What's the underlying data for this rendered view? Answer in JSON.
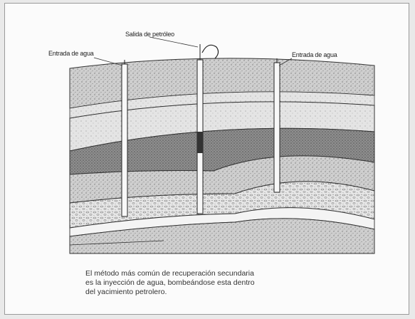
{
  "labels": {
    "left_well": "Entrada de agua",
    "center_well": "Salida de petróleo",
    "right_well": "Entrada de agua"
  },
  "caption": {
    "line1": "El método más común de recuperación secundaria",
    "line2": "es la inyección de agua, bombeándose esta dentro",
    "line3": "del yacimiento petrolero."
  }
}
